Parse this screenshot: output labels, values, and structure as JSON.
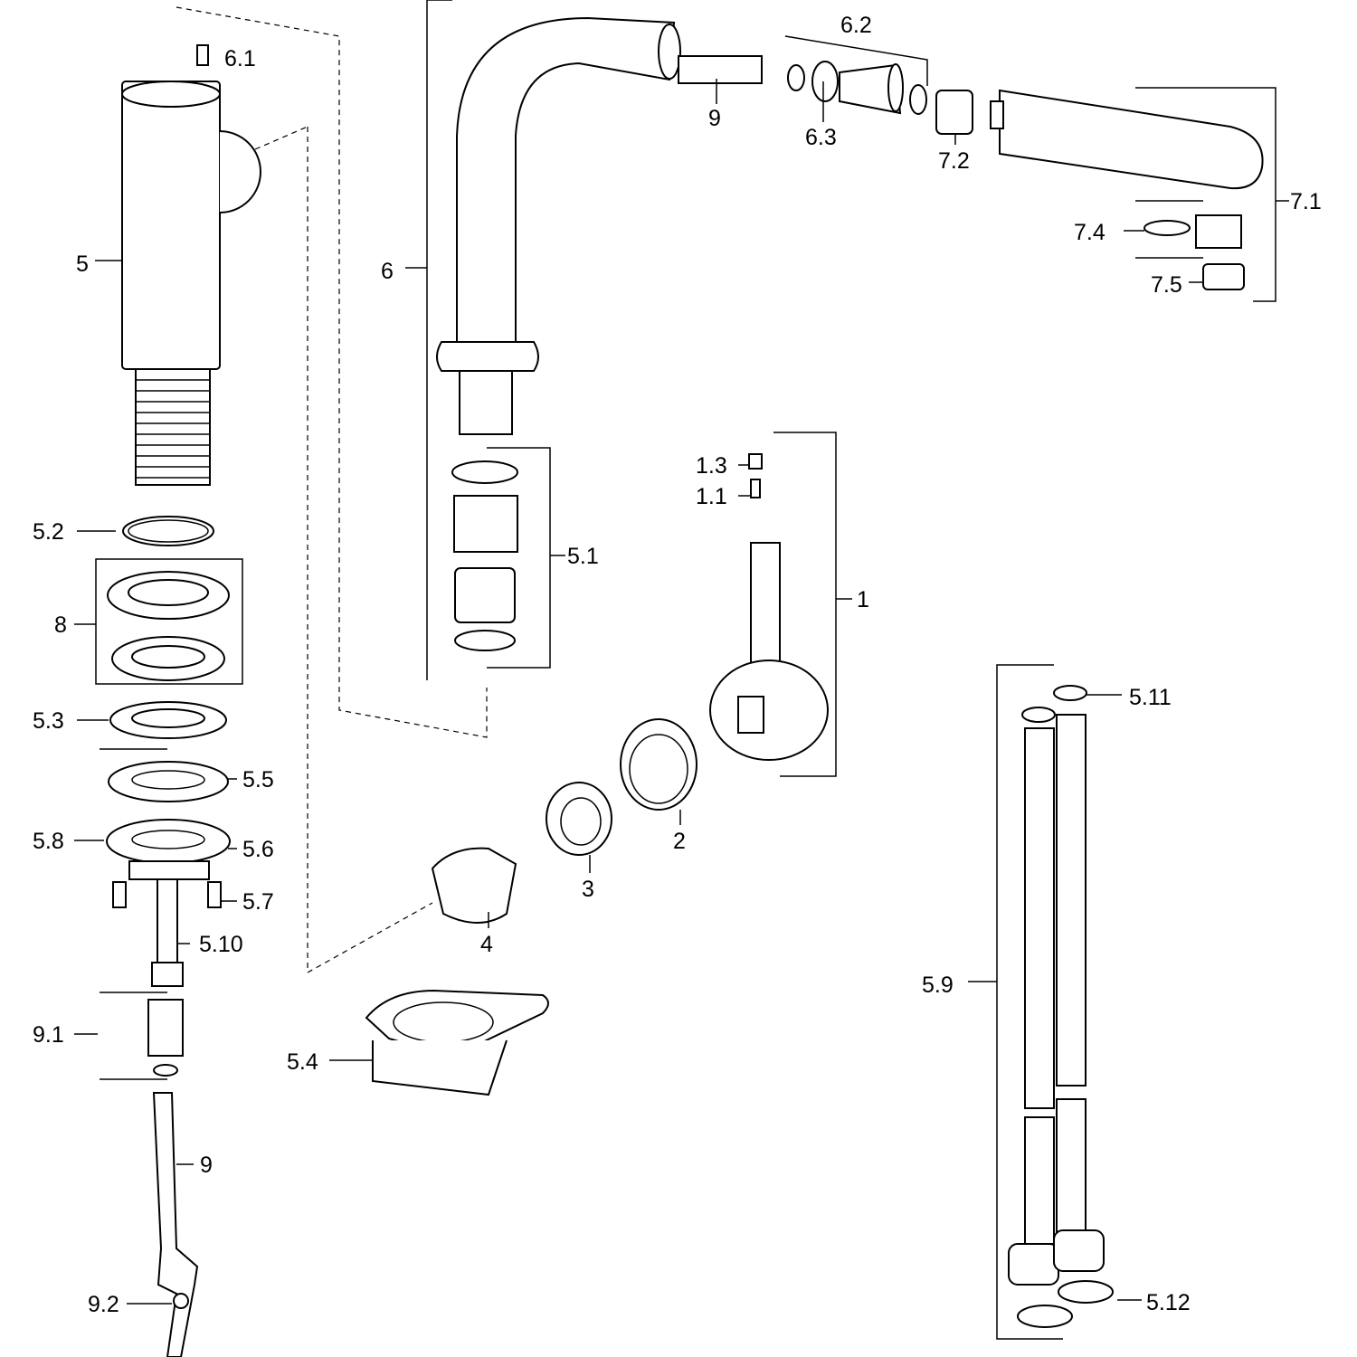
{
  "diagram": {
    "type": "exploded-parts-view",
    "labels": {
      "l6_1": "6.1",
      "l5": "5",
      "l5_2": "5.2",
      "l8": "8",
      "l5_3": "5.3",
      "l5_5": "5.5",
      "l5_8": "5.8",
      "l5_6": "5.6",
      "l5_7": "5.7",
      "l5_10": "5.10",
      "l9_1": "9.1",
      "l9a": "9",
      "l9_2": "9.2",
      "l5_4": "5.4",
      "l6": "6",
      "l9b": "9",
      "l6_2": "6.2",
      "l6_3": "6.3",
      "l7_2": "7.2",
      "l7_1": "7.1",
      "l7_4": "7.4",
      "l7_5": "7.5",
      "l5_1": "5.1",
      "l1_3": "1.3",
      "l1_1": "1.1",
      "l1": "1",
      "l2": "2",
      "l3": "3",
      "l4": "4",
      "l5_11": "5.11",
      "l5_9": "5.9",
      "l5_12": "5.12"
    }
  }
}
